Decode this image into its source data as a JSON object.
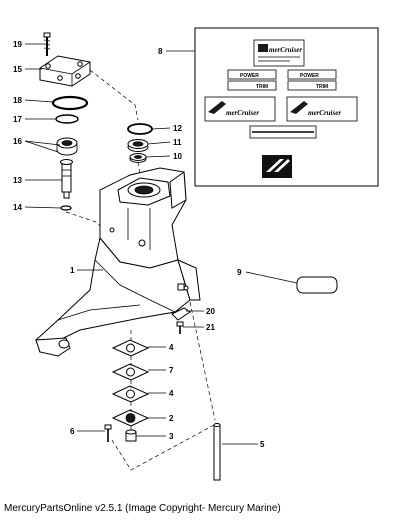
{
  "diagram": {
    "callouts": [
      {
        "id": "19",
        "label": "19"
      },
      {
        "id": "15",
        "label": "15"
      },
      {
        "id": "18",
        "label": "18"
      },
      {
        "id": "17",
        "label": "17"
      },
      {
        "id": "16",
        "label": "16"
      },
      {
        "id": "13",
        "label": "13"
      },
      {
        "id": "14",
        "label": "14"
      },
      {
        "id": "1",
        "label": "1"
      },
      {
        "id": "6",
        "label": "6"
      },
      {
        "id": "8",
        "label": "8"
      },
      {
        "id": "12",
        "label": "12"
      },
      {
        "id": "11",
        "label": "11"
      },
      {
        "id": "10",
        "label": "10"
      },
      {
        "id": "9",
        "label": "9"
      },
      {
        "id": "20",
        "label": "20"
      },
      {
        "id": "21",
        "label": "21"
      },
      {
        "id": "4a",
        "label": "4"
      },
      {
        "id": "7",
        "label": "7"
      },
      {
        "id": "4b",
        "label": "4"
      },
      {
        "id": "2",
        "label": "2"
      },
      {
        "id": "3",
        "label": "3"
      },
      {
        "id": "5",
        "label": "5"
      }
    ],
    "decals": {
      "power_1": "POWER",
      "trim_1": "TRIM",
      "power_2": "POWER",
      "trim_2": "TRIM",
      "brand_1": "merCruiser",
      "brand_2": "merCruiser",
      "brand_3": "merCruiser"
    }
  },
  "footer": {
    "caption": "MercuryPartsOnline v2.5.1 (Image Copyright- Mercury Marine)"
  }
}
